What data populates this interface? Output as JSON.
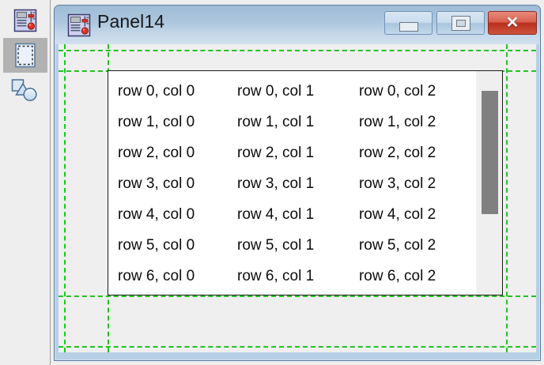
{
  "sidebar": {
    "items": [
      {
        "name": "form-designer-tool",
        "icon": "form-designer-icon",
        "selected": false
      },
      {
        "name": "panel-container-tool",
        "icon": "panel-container-icon",
        "selected": true
      },
      {
        "name": "shapes-tool",
        "icon": "shapes-icon",
        "selected": false
      }
    ]
  },
  "window": {
    "title": "Panel14",
    "icon": "form-designer-icon",
    "controls": {
      "minimize_label": "–",
      "maximize_label": "□",
      "close_label": "✕"
    },
    "colors": {
      "titlebar_top": "#9fbbd6",
      "titlebar_bottom": "#d2e0ee",
      "frame": "#b8d0e6",
      "close_button": "#b8301d",
      "guide_green": "#22c322",
      "client_background": "#efefef",
      "panel_background": "#ffffff",
      "scroll_thumb": "#808080"
    }
  },
  "grid": {
    "row_count": 7,
    "col_count": 3,
    "rows": [
      {
        "cells": [
          "row 0, col 0",
          "row 0, col 1",
          "row 0, col 2"
        ]
      },
      {
        "cells": [
          "row 1, col 0",
          "row 1, col 1",
          "row 1, col 2"
        ]
      },
      {
        "cells": [
          "row 2, col 0",
          "row 2, col 1",
          "row 2, col 2"
        ]
      },
      {
        "cells": [
          "row 3, col 0",
          "row 3, col 1",
          "row 3, col 2"
        ]
      },
      {
        "cells": [
          "row 4, col 0",
          "row 4, col 1",
          "row 4, col 2"
        ]
      },
      {
        "cells": [
          "row 5, col 0",
          "row 5, col 1",
          "row 5, col 2"
        ]
      },
      {
        "cells": [
          "row 6, col 0",
          "row 6, col 1",
          "row 6, col 2"
        ]
      }
    ]
  },
  "scrollbar": {
    "orientation": "vertical",
    "thumb_position_percent": 9,
    "thumb_size_percent": 55
  }
}
